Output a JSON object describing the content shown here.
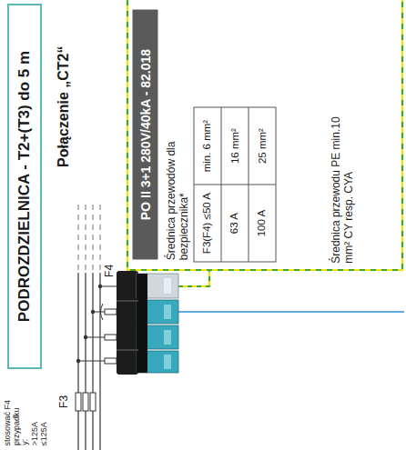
{
  "diagram": {
    "nodes": [
      {
        "text": [
          "PODROZDZIELNICA - T2+(T3) do 5 m"
        ]
      },
      {
        "text": [
          "PO II 3+1 280V/40kA - 82.018"
        ]
      }
    ],
    "labels": [
      "Połączenie „CT2“",
      "Średnica przewodów dla bezpiecznika*",
      "F3(F4) ≤50 A",
      "min. 6 mm²",
      "63 A",
      "16 mm²",
      "100 A",
      "25 mm²",
      "Średnica przewodu PE min.10 mm² CY resp. CYA",
      "F3",
      "F4",
      "stosować F4",
      "przypadku",
      "y:",
      ">125A",
      "≤125A"
    ]
  }
}
